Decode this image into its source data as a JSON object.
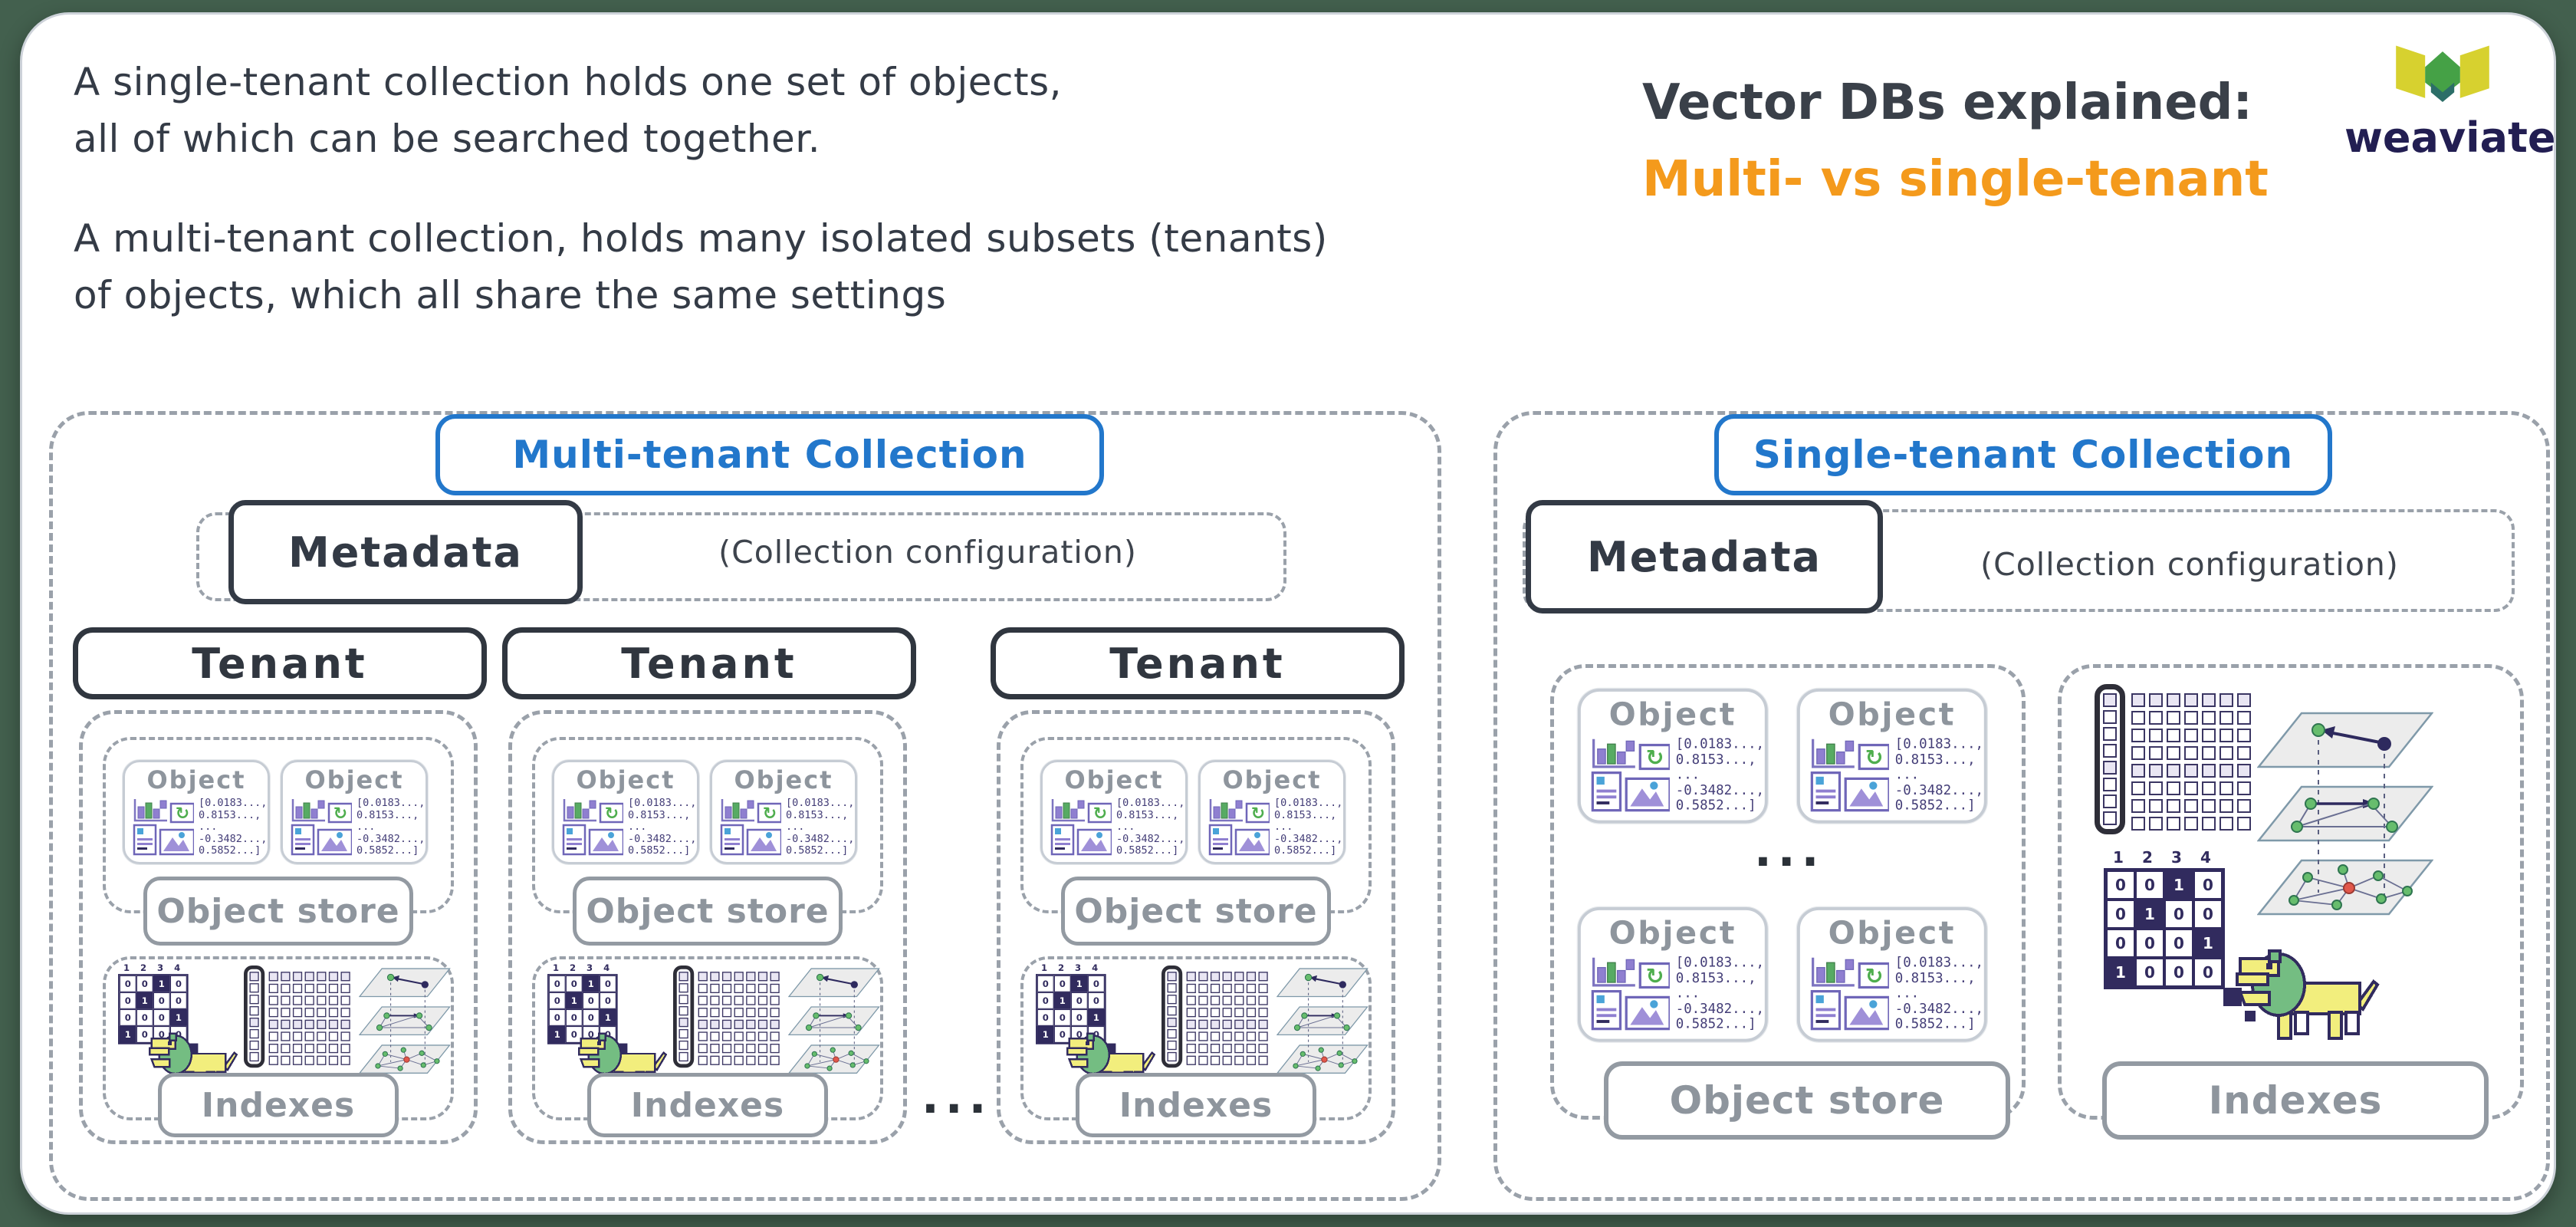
{
  "colors": {
    "background_green": "#43604e",
    "accent_blue": "#2277cb",
    "accent_orange": "#f49a1c",
    "ink_dark": "#333a45",
    "label_gray": "#8e959d",
    "vector_navy": "#312b5e",
    "icon_green": "#4fae4e"
  },
  "intro": {
    "para1_line1": "A single-tenant collection holds one set of objects,",
    "para1_line2": "all of which can be searched together.",
    "para2_line1": "A multi-tenant collection, holds many isolated subsets (tenants)",
    "para2_line2": "of objects, which all share the same settings"
  },
  "title": {
    "line1": "Vector DBs explained:",
    "line2": "Multi- vs single-tenant"
  },
  "logo": {
    "brand": "weaviate",
    "mark": "weaviate-w-mark"
  },
  "object_card": {
    "title": "Object",
    "icons": [
      "bar-chart-icon",
      "refresh-icon",
      "document-icon",
      "image-icon"
    ],
    "vector_lines": [
      "[0.0183...,",
      "0.8153...,",
      "...",
      "-0.3482...,",
      "0.5852...]"
    ]
  },
  "index_icons": {
    "matrix_headers": [
      "1",
      "2",
      "3",
      "4"
    ],
    "matrix_rows": [
      [
        0,
        0,
        1,
        0
      ],
      [
        0,
        1,
        0,
        0
      ],
      [
        0,
        0,
        0,
        1
      ],
      [
        1,
        0,
        0,
        0
      ]
    ],
    "icon_names": [
      "binary-matrix-icon",
      "lion-pixel-art-icon",
      "vector-grid-icon",
      "hnsw-layers-icon"
    ]
  },
  "multi_tenant": {
    "title": "Multi-tenant Collection",
    "metadata_label": "Metadata",
    "metadata_note": "(Collection configuration)",
    "tenants": [
      {
        "label": "Tenant"
      },
      {
        "label": "Tenant"
      },
      {
        "label": "Tenant"
      }
    ],
    "objects_per_tenant": 2,
    "object_store_label": "Object store",
    "indexes_label": "Indexes",
    "ellipsis": "..."
  },
  "single_tenant": {
    "title": "Single-tenant Collection",
    "metadata_label": "Metadata",
    "metadata_note": "(Collection configuration)",
    "object_count": 4,
    "object_store_label": "Object store",
    "indexes_label": "Indexes",
    "ellipsis": "..."
  }
}
